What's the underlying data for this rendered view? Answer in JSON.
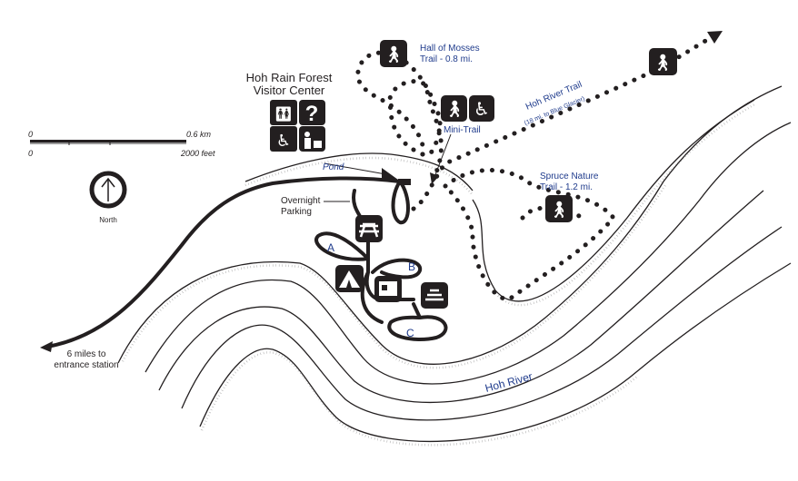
{
  "title": {
    "line1": "Hoh Rain Forest",
    "line2": "Visitor Center"
  },
  "scale": {
    "km_zero": "0",
    "km_label": "0.6 km",
    "ft_zero": "0",
    "ft_label": "2000 feet"
  },
  "north": {
    "label": "North"
  },
  "labels": {
    "pond": "Pond",
    "overnight_parking_1": "Overnight",
    "overnight_parking_2": "Parking",
    "hall_of_mosses_1": "Hall of Mosses",
    "hall_of_mosses_2": "Trail - 0.8 mi.",
    "mini_trail": "Mini-Trail",
    "hoh_river_trail": "Hoh River Trail",
    "hoh_river_trail_sub": "(18 mi. to Blue Glacier)",
    "spruce_nature_1": "Spruce Nature",
    "spruce_nature_2": "Trail - 1.2 mi.",
    "campground_a": "A",
    "campground_b": "B",
    "campground_c": "C",
    "entrance_1": "6 miles to",
    "entrance_2": "entrance station",
    "river": "Hoh River"
  },
  "icons": [
    "restroom-icon",
    "information-icon",
    "accessible-icon",
    "ranger-station-icon",
    "nature-trail-icon",
    "hiker-icon",
    "picnic-icon",
    "campground-icon",
    "dump-station-icon",
    "amphitheater-icon"
  ]
}
